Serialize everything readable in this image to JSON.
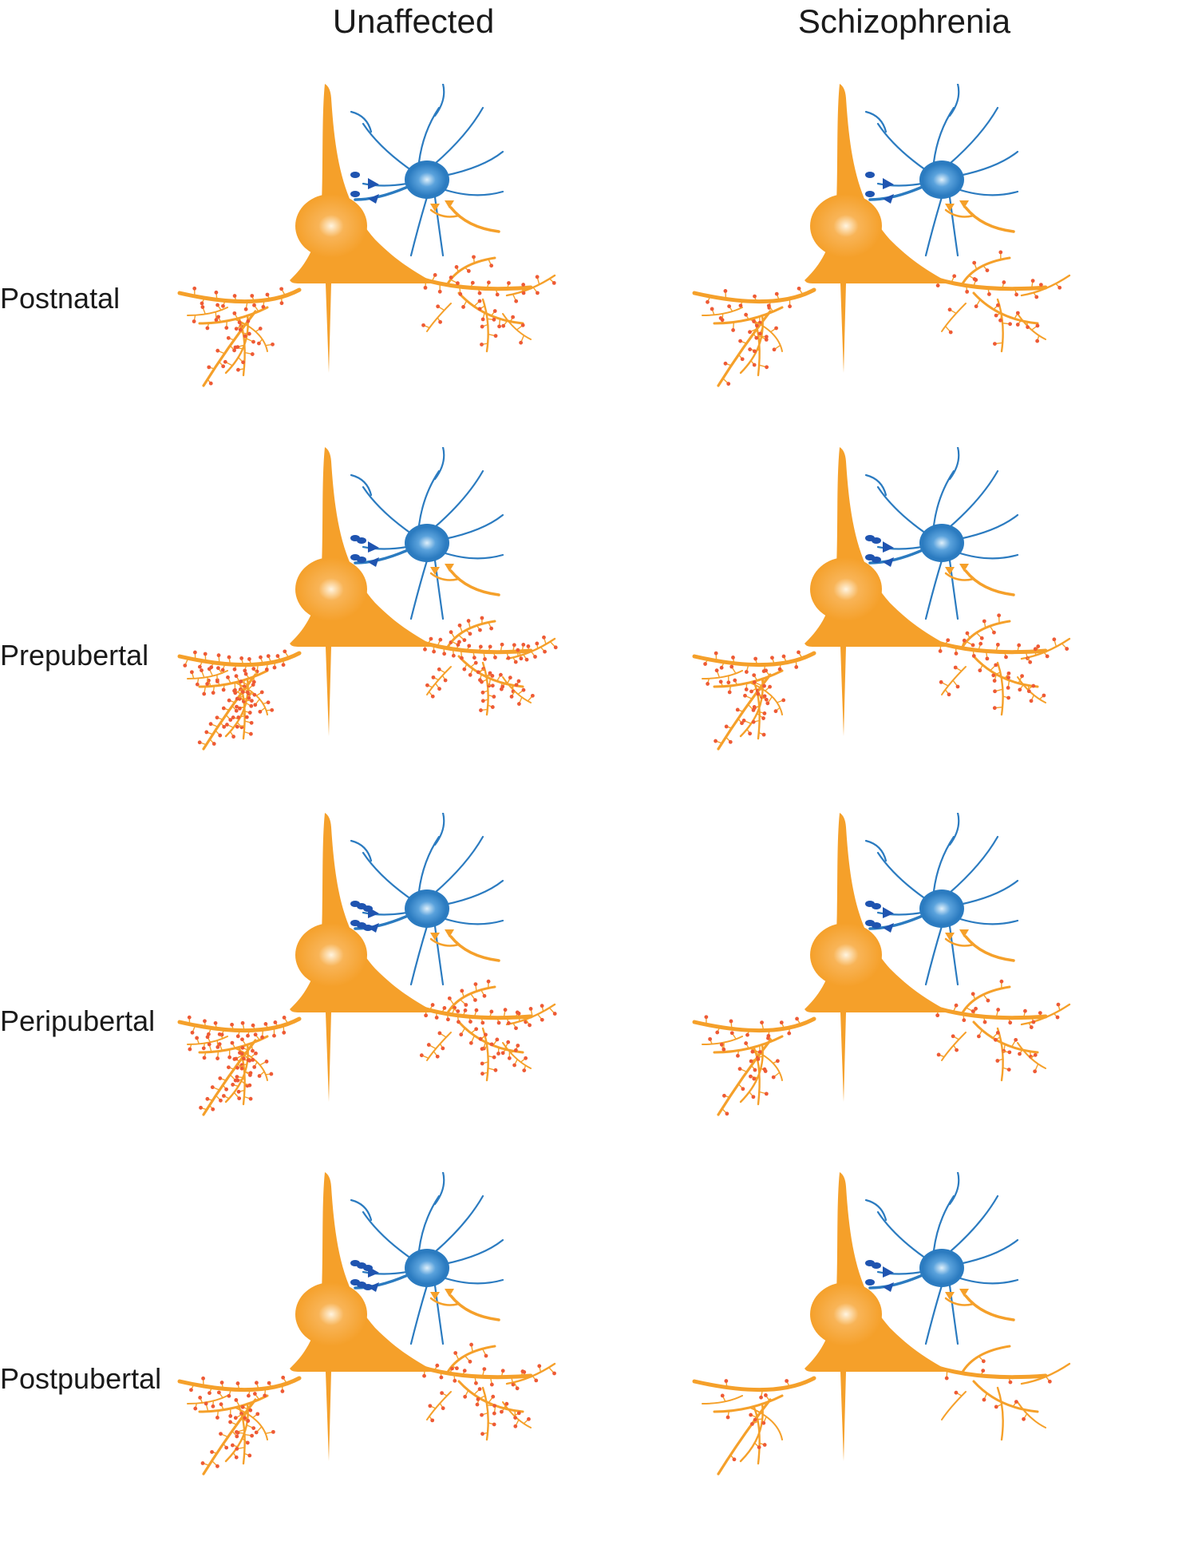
{
  "columns": [
    {
      "key": "unaffected",
      "title": "Unaffected"
    },
    {
      "key": "schizophrenia",
      "title": "Schizophrenia"
    }
  ],
  "rows": [
    {
      "label": "Postnatal",
      "unaffected": {
        "spine_density": 1.0,
        "inhibitory_boutons": 2
      },
      "schizophrenia": {
        "spine_density": 0.75,
        "inhibitory_boutons": 2
      }
    },
    {
      "label": "Prepubertal",
      "unaffected": {
        "spine_density": 1.9,
        "inhibitory_boutons": 4
      },
      "schizophrenia": {
        "spine_density": 1.15,
        "inhibitory_boutons": 4
      }
    },
    {
      "label": "Peripubertal",
      "unaffected": {
        "spine_density": 1.55,
        "inhibitory_boutons": 6
      },
      "schizophrenia": {
        "spine_density": 0.8,
        "inhibitory_boutons": 4
      }
    },
    {
      "label": "Postpubertal",
      "unaffected": {
        "spine_density": 1.1,
        "inhibitory_boutons": 6
      },
      "schizophrenia": {
        "spine_density": 0.3,
        "inhibitory_boutons": 3
      }
    }
  ],
  "colors": {
    "pyramidal": "#f5a02a",
    "pyramidal_highlight": "#fff4e0",
    "spine": "#ee5a35",
    "interneuron": "#2b7bc0",
    "interneuron_highlight": "#dff0fb",
    "bouton": "#1f54b0"
  }
}
